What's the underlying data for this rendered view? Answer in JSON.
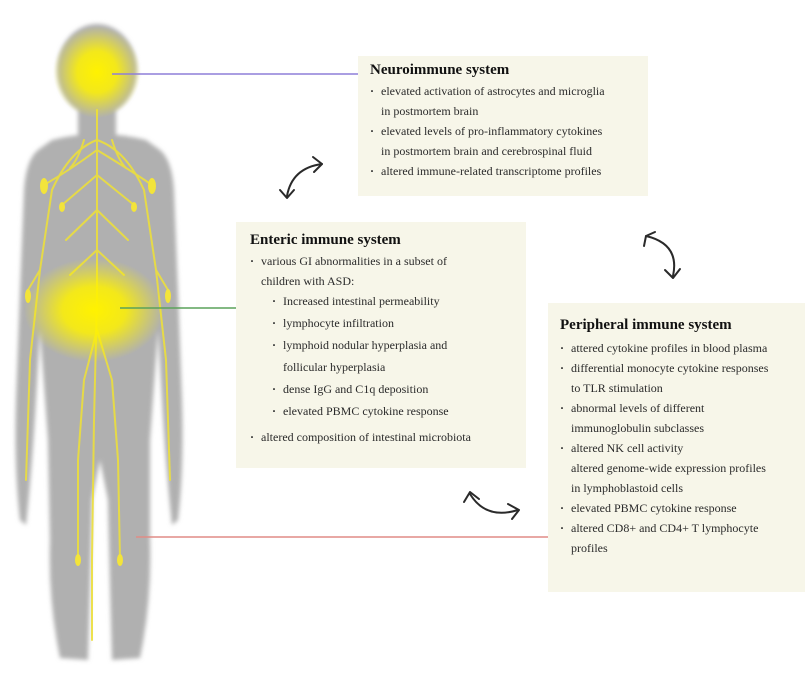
{
  "neuroimmune": {
    "title": "Neuroimmune system",
    "items": [
      "elevated activation of astrocytes and microglia",
      "in postmortem brain",
      "elevated levels of pro-inflammatory cytokines",
      "in postmortem brain and cerebrospinal fluid",
      "altered immune-related transcriptome profiles"
    ]
  },
  "enteric": {
    "title": "Enteric immune system",
    "items": [
      "various GI abnormalities in a subset of",
      "children with ASD:",
      "altered composition of intestinal microbiota"
    ],
    "subitems": [
      "Increased intestinal permeability",
      "lymphocyte infiltration",
      "lymphoid nodular hyperplasia and",
      "follicular hyperplasia",
      "dense IgG and C1q deposition",
      "elevated PBMC cytokine response"
    ]
  },
  "peripheral": {
    "title": "Peripheral immune system",
    "items": [
      "attered cytokine profiles in blood plasma",
      "differential monocyte cytokine responses",
      "to TLR stimulation",
      "abnormal levels of different",
      "immunoglobulin subclasses",
      "altered NK cell activity",
      "altered genome-wide expression profiles",
      "in lymphoblastoid cells",
      "elevated PBMC cytokine response",
      "altered CD8+ and CD4+ T lymphocyte",
      "profiles"
    ]
  },
  "colors": {
    "panel_bg": "#f7f6e9",
    "body_silhouette": "#b0b0b0",
    "glow": "#fff200",
    "nerves": "#ecdf3c",
    "brain_connector": "#8e7fd8",
    "gut_connector": "#5aa25a",
    "peripheral_connector": "#e08c86",
    "arrows": "#2a2a2a"
  }
}
